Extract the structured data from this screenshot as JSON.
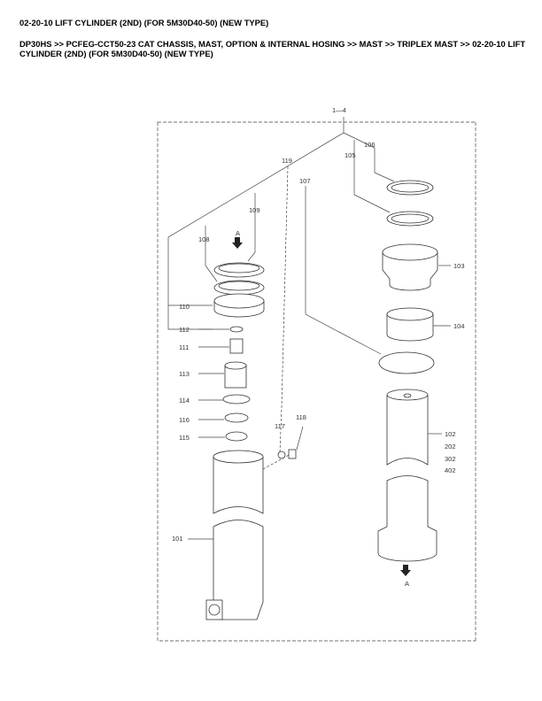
{
  "header": {
    "title": "02-20-10 LIFT CYLINDER (2ND) (FOR 5M30D40-50) (NEW TYPE)",
    "breadcrumb": "DP30HS >> PCFEG-CCT50-23 CAT CHASSIS, MAST, OPTION & INTERNAL HOSING >> MAST >> TRIPLEX MAST >> 02-20-10 LIFT CYLINDER (2ND) (FOR 5M30D40-50) (NEW TYPE)"
  },
  "diagram": {
    "assembly": "1—4",
    "view_marker": "A",
    "parts": {
      "p101": "101",
      "p102": "102",
      "p202": "202",
      "p302": "302",
      "p402": "402",
      "p103": "103",
      "p104": "104",
      "p105": "105",
      "p106": "106",
      "p107": "107",
      "p108": "108",
      "p109": "109",
      "p110": "110",
      "p111": "111",
      "p112": "112",
      "p113": "113",
      "p114": "114",
      "p115": "115",
      "p116": "116",
      "p117": "117",
      "p118": "118",
      "p119": "119"
    }
  }
}
